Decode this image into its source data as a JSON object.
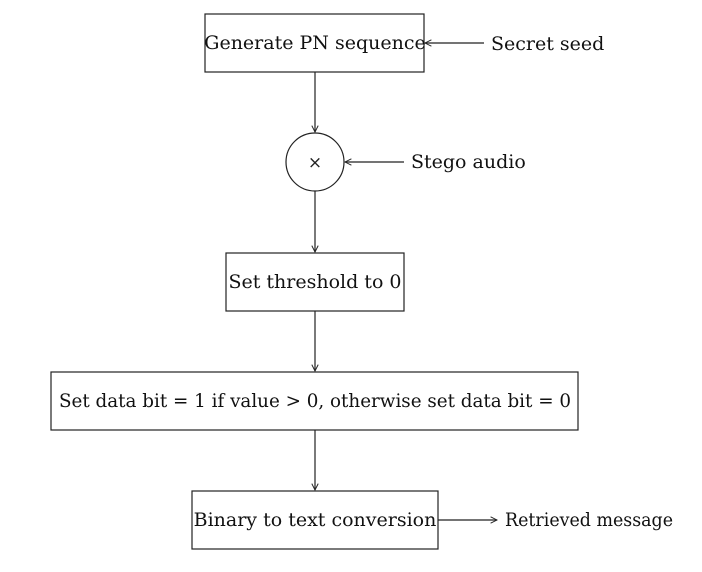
{
  "nodes": {
    "generate_pn": "Generate PN sequence",
    "multiply_symbol": "×",
    "set_threshold": "Set threshold to 0",
    "set_data_bit": "Set data bit = 1 if value > 0, otherwise set data bit = 0",
    "binary_to_text": "Binary to text conversion"
  },
  "inputs": {
    "secret_seed": "Secret seed",
    "stego_audio": "Stego audio"
  },
  "outputs": {
    "retrieved_message": "Retrieved message"
  },
  "colors": {
    "stroke": "#222222",
    "text": "#111111",
    "background": "#ffffff"
  }
}
